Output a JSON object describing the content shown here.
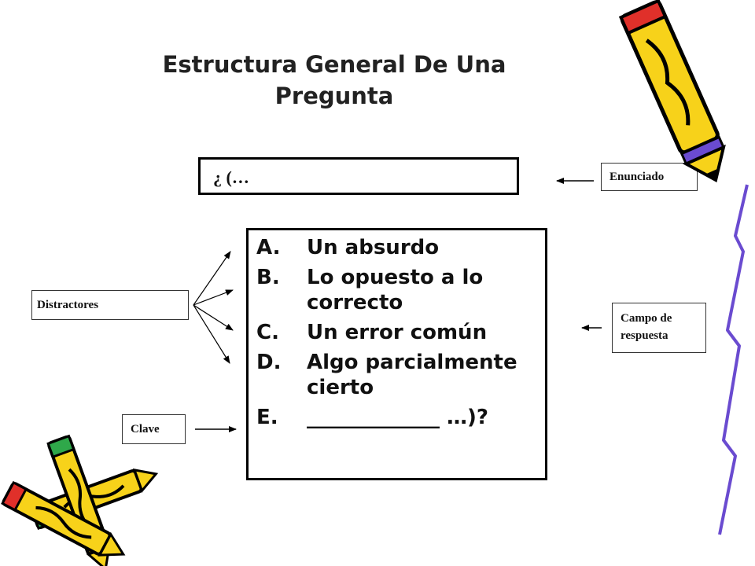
{
  "title": "Estructura General De Una Pregunta",
  "stem": "¿ (…",
  "options": [
    {
      "letter": "A.",
      "text": "Un absurdo"
    },
    {
      "letter": "B.",
      "text": "Lo opuesto a lo correcto"
    },
    {
      "letter": "C.",
      "text": "Un error común"
    },
    {
      "letter": "D.",
      "text": "Algo parcialmente cierto"
    },
    {
      "letter": "E.",
      "text": "_____________ …)?"
    }
  ],
  "labels": {
    "enunciado": "Enunciado",
    "distractores": "Distractores",
    "campo_de_respuesta": "Campo de respuesta",
    "clave": "Clave"
  },
  "colors": {
    "pencil_body": "#f7d21a",
    "pencil_eraser_red": "#e0302a",
    "pencil_eraser_green": "#2fa84a",
    "pencil_band": "#6a4bd0",
    "outline": "#000000"
  },
  "icons": [
    "pencil-icon"
  ]
}
